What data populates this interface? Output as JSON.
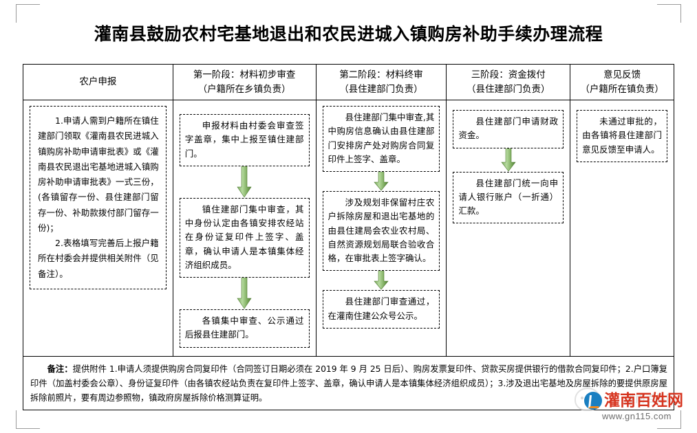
{
  "document": {
    "title": "灌南县鼓励农村宅基地退出和农民进城入镇购房补助手续办理流程"
  },
  "table": {
    "columns": [
      {
        "header_line1": "农户申报",
        "header_line2": "",
        "nodes": [
          {
            "paragraphs": [
              "1.申请人需到户籍所在镇住建部门领取《灌南县农民进城入镇购房补助申请审批表》或《灌南县农民退出宅基地进城入镇购房补助申请审批表》一式三份，(各镇留存一份、县住建部门留存一份、补助款拨付部门留存一份)；",
              "2.表格填写完善后上报户籍所在村委会并提供相关附件（见备注）。"
            ]
          }
        ]
      },
      {
        "header_line1": "第一阶段：材料初步审查",
        "header_line2": "（户籍所在乡镇负责）",
        "nodes": [
          {
            "paragraphs": [
              "申报材料由村委会审查签字盖章，集中上报至镇住建部门。"
            ]
          },
          {
            "paragraphs": [
              "镇住建部门集中审查，其中身份认定由各镇安排农经站在身份证复印件上签字、盖章，确认申请人是本镇集体经济组织成员。"
            ]
          },
          {
            "paragraphs": [
              "各镇集中审查、公示通过后报县住建部门。"
            ]
          }
        ]
      },
      {
        "header_line1": "第二阶段：材料终审",
        "header_line2": "（县住建部门负责）",
        "nodes": [
          {
            "paragraphs": [
              "县住建部门集中审查,其中购房信息确认由县住建部门安排房产处对购房合同复印件上签字、盖章。"
            ]
          },
          {
            "paragraphs": [
              "涉及规划非保留村庄农户拆除房屋和退出宅基地的由县住建局会农业农村局、自然资源规划局联合验收合格，在审批表上签字确认。"
            ]
          },
          {
            "paragraphs": [
              "县住建部门审查通过，在灌南住建公众号公示。"
            ]
          }
        ]
      },
      {
        "header_line1": "三阶段：资金拨付",
        "header_line2": "（县住建部门负责）",
        "nodes": [
          {
            "paragraphs": [
              "县住建部门申请财政资金。"
            ]
          },
          {
            "paragraphs": [
              "县住建部门统一向申请人银行账户（一折通）汇款。"
            ]
          }
        ]
      },
      {
        "header_line1": "意见反馈",
        "header_line2": "（户籍所在镇负责）",
        "nodes": [
          {
            "paragraphs": [
              "未通过审批的，由各镇将县住建部门意见反馈至申请人。"
            ]
          }
        ]
      }
    ]
  },
  "note": {
    "label": "备注：",
    "text": "提供附件 1.申请人须提供购房合同复印件（合同签订日期必须在 2019 年 9 月 25 日后）、购房发票复印件、贷款买房提供银行的借款合同复印件；2.户口簿复印件（加盖村委会公章）、身份证复印件（由各镇农经站负责在复印件上签字、盖章，确认申请人是本镇集体经济组织成员）；3.涉及退出宅基地及房屋拆除的要提供原房屋拆除前照片，要有周边参照物，镇政府房屋拆除价格测算证明。"
  },
  "watermark": {
    "brand": "灌南百姓网",
    "url": "www.gn115.com",
    "ghost": "灌南百姓网"
  },
  "colors": {
    "arrow_green_light": "#a9d18e",
    "arrow_green_dark": "#548235",
    "border": "#000000",
    "brand_red": "#d6341f",
    "brand_blue": "#1a7fc1"
  }
}
